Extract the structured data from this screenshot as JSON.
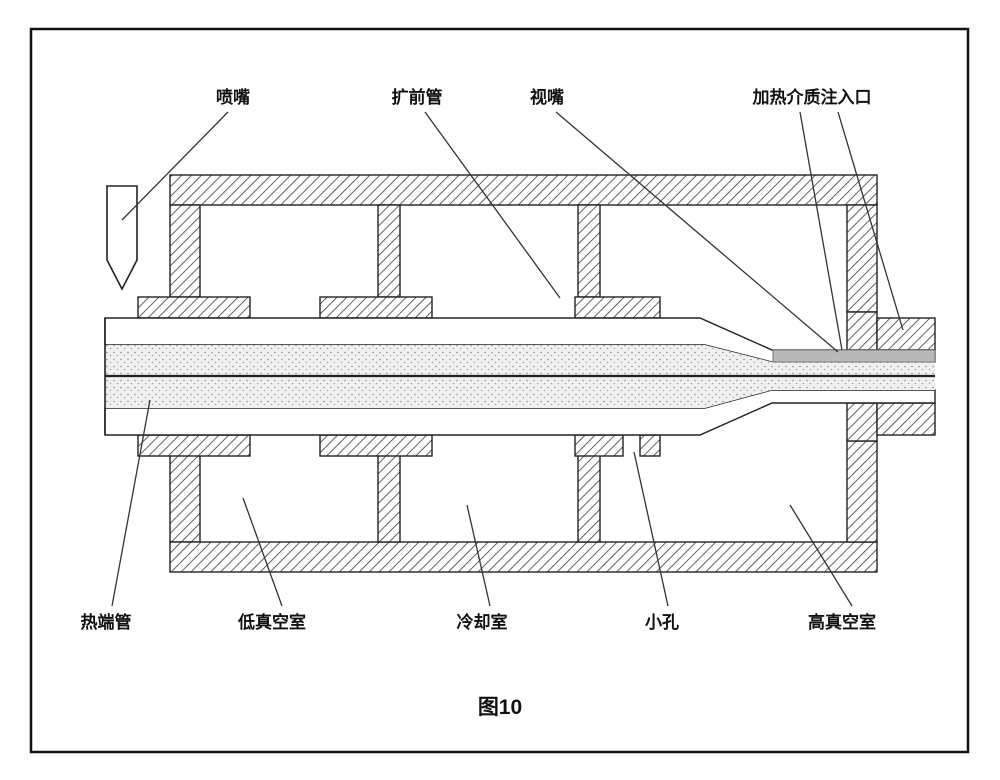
{
  "figure": {
    "caption": "图10",
    "labels": {
      "top": [
        {
          "id": "nozzle",
          "text": "喷嘴"
        },
        {
          "id": "expansion-front-tube",
          "text": "扩前管"
        },
        {
          "id": "view-mouth",
          "text": "视嘴"
        },
        {
          "id": "heating-medium-inlet",
          "text": "加热介质注入口"
        }
      ],
      "bottom": [
        {
          "id": "hot-end-tube",
          "text": "热端管"
        },
        {
          "id": "low-vacuum-chamber",
          "text": "低真空室"
        },
        {
          "id": "cooling-chamber",
          "text": "冷却室"
        },
        {
          "id": "small-hole",
          "text": "小孔"
        },
        {
          "id": "high-vacuum-chamber",
          "text": "高真空室"
        }
      ]
    },
    "colors": {
      "line": "#222222",
      "heating_layer": "#b9b9b9",
      "background": "#ffffff"
    }
  }
}
